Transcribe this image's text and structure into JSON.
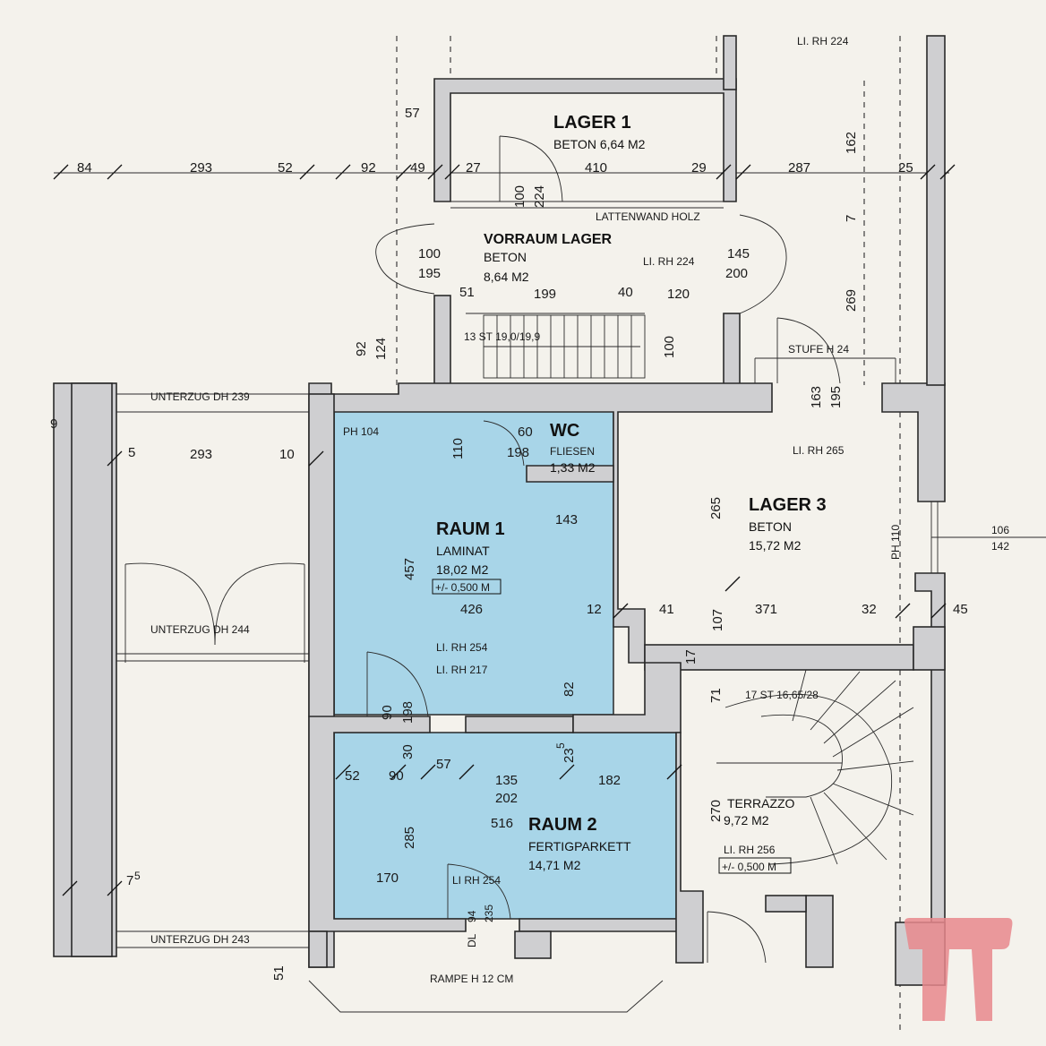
{
  "rooms": {
    "lager1": {
      "name": "LAGER 1",
      "floor": "BETON 6,64 M2"
    },
    "vorraum": {
      "name": "VORRAUM LAGER",
      "floor": "BETON",
      "area": "8,64 M2"
    },
    "wc": {
      "name": "WC",
      "floor": "FLIESEN",
      "area": "1,33 M2"
    },
    "raum1": {
      "name": "RAUM 1",
      "floor": "LAMINAT",
      "area": "18,02 M2",
      "level": "+/- 0,500 M"
    },
    "lager3": {
      "name": "LAGER 3",
      "floor": "BETON",
      "area": "15,72 M2"
    },
    "raum2": {
      "name": "RAUM 2",
      "floor": "FERTIGPARKETT",
      "area": "14,71 M2"
    },
    "terrazzo": {
      "name": "TERRAZZO",
      "area": "9,72 M2",
      "level": "+/- 0,500 M"
    }
  },
  "labels": {
    "lattenwand": "LATTENWAND HOLZ",
    "li_rh_224_top": "LI. RH 224",
    "li_rh_224": "LI. RH 224",
    "stairs_top": "13 ST 19,0/19,9",
    "stufe": "STUFE H 24",
    "unterzug_239": "UNTERZUG DH 239",
    "unterzug_244": "UNTERZUG DH 244",
    "unterzug_243": "UNTERZUG DH 243",
    "ph104": "PH 104",
    "ph110": "PH 110",
    "li_rh_265": "LI. RH 265",
    "li_rh_254": "LI. RH 254",
    "li_rh_217": "LI. RH 217",
    "li_rh_254_b": "LI RH 254",
    "li_rh_256": "LI. RH 256",
    "stairs_main": "17 ST 16,65/28",
    "rampe": "RAMPE H 12 CM",
    "dl": "DL"
  },
  "dims": {
    "top_row": [
      "84",
      "293",
      "52",
      "92",
      "49",
      "27",
      "410",
      "29",
      "287",
      "25"
    ],
    "d57": "57",
    "d162": "162",
    "d7": "7",
    "d269": "269",
    "d100a": "100",
    "d224a": "224",
    "d100b": "100",
    "d195b": "195",
    "d145": "145",
    "d200": "200",
    "d51": "51",
    "d199": "199",
    "d40": "40",
    "d120": "120",
    "d92": "92",
    "d124": "124",
    "d100c": "100",
    "d163": "163",
    "d195c": "195",
    "d9": "9",
    "d5": "5",
    "d293b": "293",
    "d10": "10",
    "d110": "110",
    "d60": "60",
    "d198": "198",
    "d143": "143",
    "d457": "457",
    "d265": "265",
    "d106": "106",
    "d142": "142",
    "d426": "426",
    "d12": "12",
    "d41": "41",
    "d107": "107",
    "d371": "371",
    "d32": "32",
    "d45": "45",
    "d90": "90",
    "d198b": "198",
    "d82": "82",
    "d71": "71",
    "d17": "17",
    "d30": "30",
    "d23": "23",
    "d23sup": "5",
    "d52": "52",
    "d90b": "90",
    "d57b": "57",
    "d135": "135",
    "d182": "182",
    "d202": "202",
    "d516": "516",
    "d285": "285",
    "d270": "270",
    "d170": "170",
    "d7b": "7",
    "d7bsup": "5",
    "d94": "94",
    "d235": "235",
    "d51b": "51"
  }
}
